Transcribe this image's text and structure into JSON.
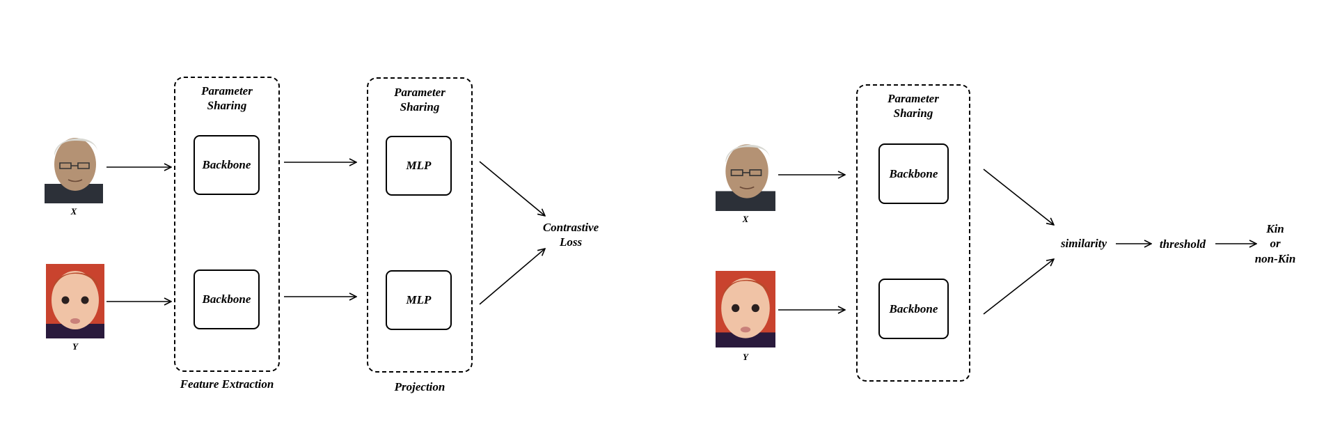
{
  "diagrams": {
    "training": {
      "inputs": {
        "x_label": "X",
        "y_label": "Y"
      },
      "sharing_1": [
        "Parameter",
        "Sharing"
      ],
      "sharing_2": [
        "Parameter",
        "Sharing"
      ],
      "backbone_top": "Backbone",
      "backbone_bottom": "Backbone",
      "mlp_top": "MLP",
      "mlp_bottom": "MLP",
      "feature_extraction": "Feature Extraction",
      "projection": "Projection",
      "loss": [
        "Contrastive",
        "Loss"
      ]
    },
    "inference": {
      "inputs": {
        "x_label": "X",
        "y_label": "Y"
      },
      "sharing": [
        "Parameter",
        "Sharing"
      ],
      "backbone_top": "Backbone",
      "backbone_bottom": "Backbone",
      "similarity": "similarity",
      "threshold": "threshold",
      "output": [
        "Kin",
        "or",
        "non-Kin"
      ]
    }
  },
  "colors": {
    "line": "#000000",
    "elder_skin": "#b49274",
    "elder_hair": "#d8d8d2",
    "elder_suit": "#2c3038",
    "baby_skin": "#f0c3a6",
    "baby_hair": "#b84a2c",
    "baby_cloth": "#2a1a3c",
    "baby_bg": "#c9432e"
  }
}
